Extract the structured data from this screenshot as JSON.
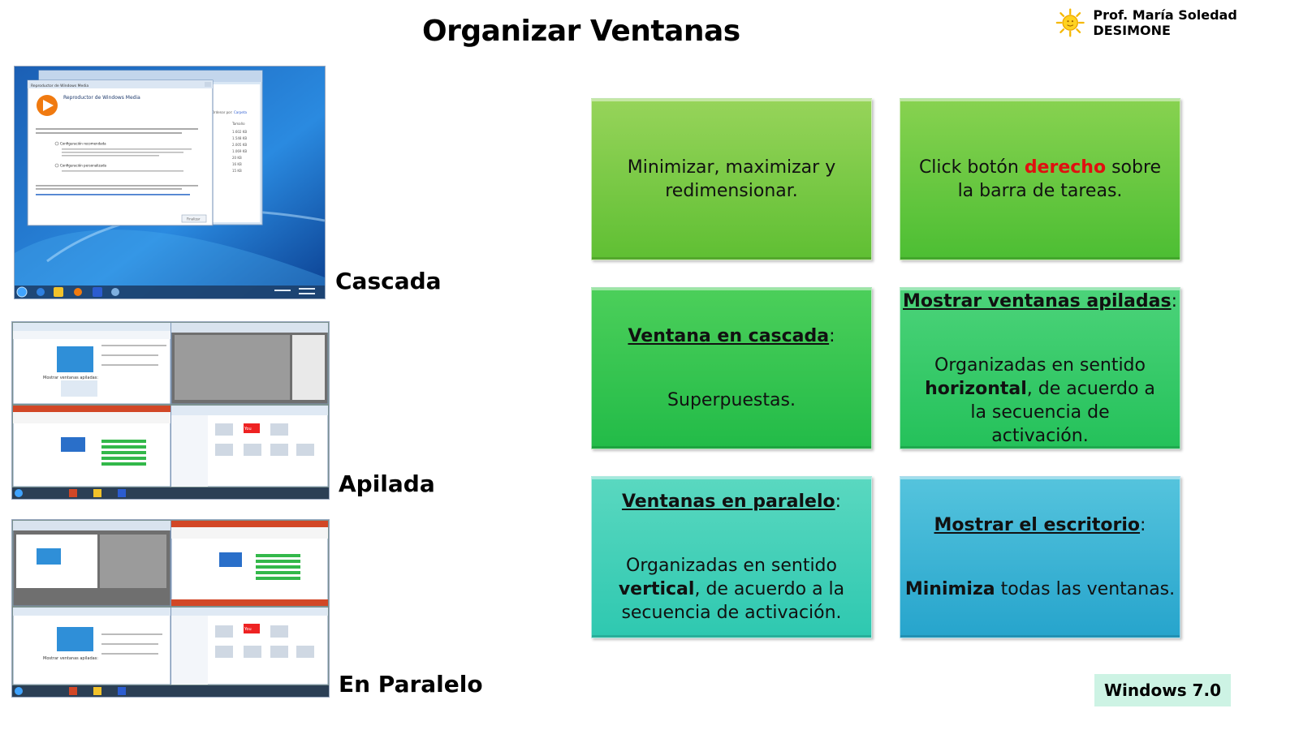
{
  "title": "Organizar Ventanas",
  "author": "Prof. María Soledad DESIMONE",
  "screenshots": [
    {
      "label": "Cascada"
    },
    {
      "label": "Apilada"
    },
    {
      "label": "En Paralelo"
    }
  ],
  "cascade_dialog": {
    "window_title": "Reproductor de Windows Media",
    "heading": "Reproductor de Windows Media",
    "option1": "Configuración recomendada",
    "option2": "Configuración personalizada",
    "finish_button": "Finalizar"
  },
  "tiles": {
    "t1": {
      "text": "Minimizar, maximizar y redimensionar."
    },
    "t2": {
      "before": "Click botón ",
      "highlight": "derecho",
      "after": " sobre la barra de tareas."
    },
    "t3": {
      "heading": "Ventana en cascada",
      "text": "Superpuestas."
    },
    "t4": {
      "heading": "Mostrar ventanas apiladas",
      "before": "Organizadas en sentido ",
      "bold": "horizontal",
      "after": ", de acuerdo a la secuencia de activación."
    },
    "t5": {
      "heading": "Ventanas en paralelo",
      "before": "Organizadas en sentido ",
      "bold": "vertical",
      "after": ", de acuerdo a la secuencia de activación."
    },
    "t6": {
      "heading": "Mostrar el escritorio",
      "bold": "Minimiza",
      "after": " todas las ventanas."
    }
  },
  "version_badge": "Windows 7.0",
  "colors": {
    "highlight": "#e01010",
    "badge_bg": "#cdf3e4"
  }
}
